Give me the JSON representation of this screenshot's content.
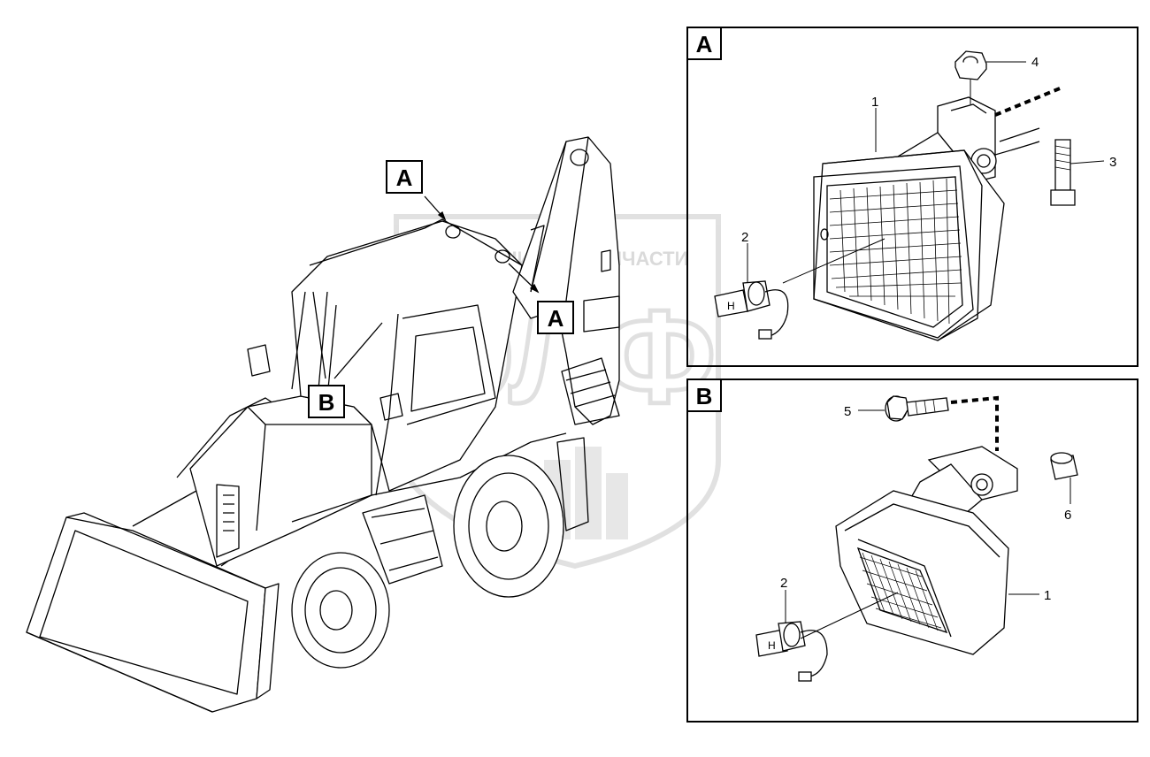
{
  "watermark": {
    "top_text": "ТЕХНИКА И ЗАПЧАСТИ",
    "big_text": "ЭЛФ"
  },
  "overview_labels": {
    "a_top": "A",
    "a_mid": "A",
    "b": "B"
  },
  "panel_a": {
    "label": "A",
    "callouts": [
      "1",
      "2",
      "3",
      "4"
    ]
  },
  "panel_b": {
    "label": "B",
    "callouts": [
      "1",
      "2",
      "5",
      "6"
    ]
  },
  "colors": {
    "line": "#000000",
    "watermark": "#c8c8c8"
  }
}
